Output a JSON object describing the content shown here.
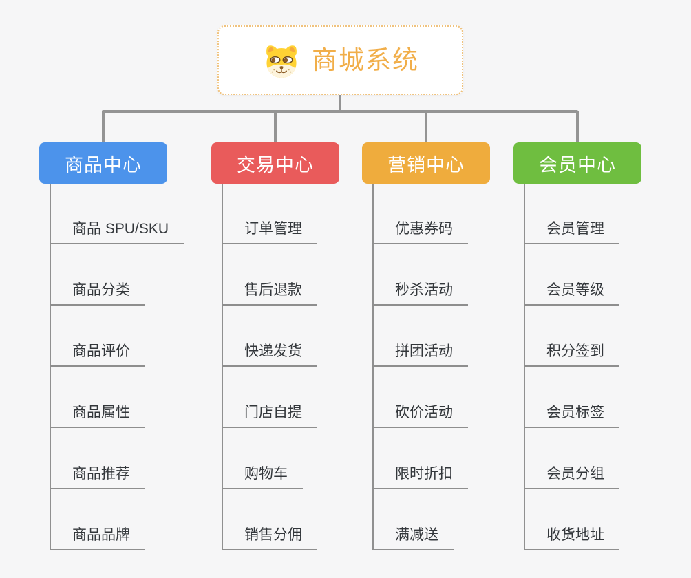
{
  "root": {
    "label": "商城系统",
    "icon": "doge-icon",
    "accent_color": "#f1ae49",
    "border_color": "#f0c27d"
  },
  "branches": [
    {
      "label": "商品中心",
      "color": "#4c93eb",
      "children": [
        "商品 SPU/SKU",
        "商品分类",
        "商品评价",
        "商品属性",
        "商品推荐",
        "商品品牌"
      ]
    },
    {
      "label": "交易中心",
      "color": "#e95b5b",
      "children": [
        "订单管理",
        "售后退款",
        "快递发货",
        "门店自提",
        "购物车",
        "销售分佣"
      ]
    },
    {
      "label": "营销中心",
      "color": "#efac3d",
      "children": [
        "优惠券码",
        "秒杀活动",
        "拼团活动",
        "砍价活动",
        "限时折扣",
        "满减送"
      ]
    },
    {
      "label": "会员中心",
      "color": "#6fbe40",
      "children": [
        "会员管理",
        "会员等级",
        "积分签到",
        "会员标签",
        "会员分组",
        "收货地址"
      ]
    }
  ],
  "connector_color": "#949494",
  "background_color": "#f6f6f7"
}
